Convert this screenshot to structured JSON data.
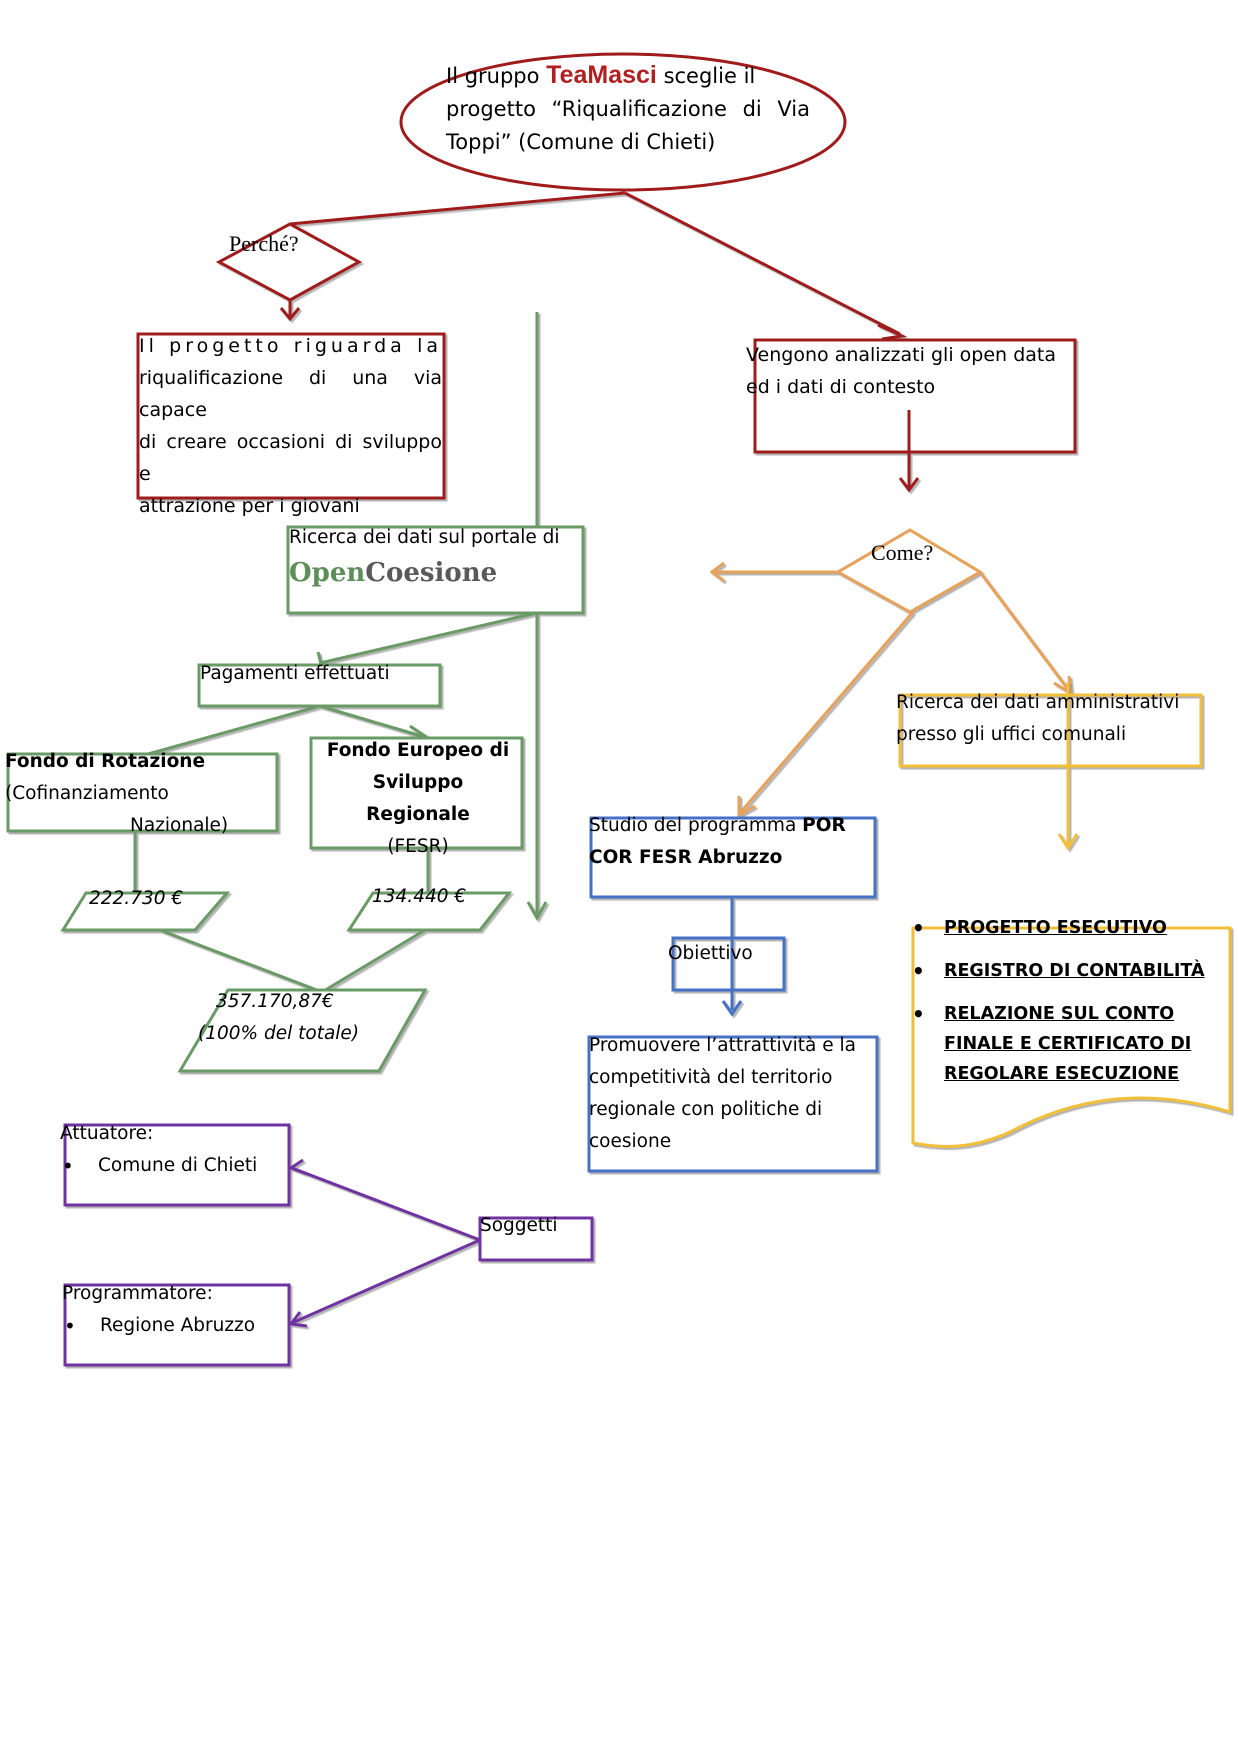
{
  "title_node": {
    "line1_prefix": "Il gruppo ",
    "brand": "TeaMasci",
    "line1_suffix": " sceglie il",
    "line2": "progetto “Riqualificazione di Via",
    "line3": "Toppi” (Comune di Chieti)"
  },
  "why_decision": {
    "label": "Perché?"
  },
  "why_answer": {
    "line1": "Il progetto riguarda la",
    "line2": "riqualificazione di una via capace",
    "line3": "di creare occasioni di sviluppo e",
    "line4": "attrazione per i giovani"
  },
  "open_data_box": {
    "line1": "Vengono analizzati gli open data",
    "line2": "ed i dati di contesto"
  },
  "how_decision": {
    "label": "Come?"
  },
  "opencoesione_box": {
    "text": "Ricerca dei dati sul portale di",
    "logo_open": "Open",
    "logo_coesione": "Coesione"
  },
  "payments_box": {
    "label": "Pagamenti effettuati"
  },
  "fondo_rotazione": {
    "bold": "Fondo di Rotazione",
    "rest": " (Cofinanziamento",
    "line2": "Nazionale)"
  },
  "fondo_europeo": {
    "line1": "Fondo Europeo di",
    "line2": "Sviluppo Regionale",
    "line3": "(FESR)"
  },
  "amount_rotazione": {
    "value": "222.730 €"
  },
  "amount_fesr": {
    "value": "134.440 €"
  },
  "amount_total": {
    "value": "357.170,87€",
    "note": "(100% del totale)"
  },
  "admin_data_box": {
    "line1": "Ricerca dei dati amministrativi",
    "line2": "presso gli uffici comunali"
  },
  "por_box": {
    "prefix": "Studio del programma ",
    "bold1": "POR",
    "line2": "COR FESR Abruzzo"
  },
  "objective_box": {
    "label": "Obiettivo"
  },
  "objective_text": {
    "line1": "Promuovere l’attrattività e la",
    "line2": "competitività del territorio",
    "line3": "regionale con politiche di",
    "line4": "coesione"
  },
  "documents": {
    "items": [
      {
        "line1": "PROGETTO ESECUTIVO"
      },
      {
        "line1": "REGISTRO DI CONTABILITÀ"
      },
      {
        "line1": "RELAZIONE SUL CONTO ",
        "line2": "FINALE E CERTIFICATO DI ",
        "line3": "REGOLARE ESECUZIONE"
      }
    ]
  },
  "attuatore_box": {
    "title": "Attuatore:",
    "item": "Comune di Chieti"
  },
  "soggetti_box": {
    "label": "Soggetti"
  },
  "programmatore_box": {
    "title": "Programmatore:",
    "item": "Regione Abruzzo"
  },
  "colors": {
    "red": "#a01c1c",
    "green": "#6a9a66",
    "orange": "#e7a158",
    "yellow": "#f2c037",
    "blue": "#4472c4",
    "purple": "#7030a0",
    "brand_red": "#b02020",
    "logo_green": "#5e8f5a",
    "logo_dark": "#5a5a5a"
  }
}
